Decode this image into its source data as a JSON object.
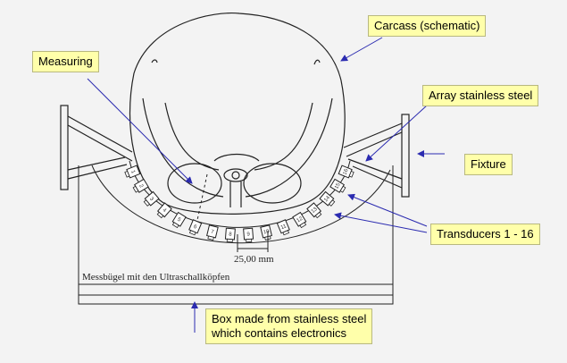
{
  "callouts": {
    "carcass": "Carcass (schematic)",
    "measuring": "Measuring",
    "array": "Array stainless steel",
    "fixture": "Fixture",
    "transducers": "Transducers 1 - 16",
    "box_line1": "Box made from stainless steel",
    "box_line2": "which contains electronics"
  },
  "drawing": {
    "dimension_label": "25,00 mm",
    "box_caption": "Messbügel mit den Ultraschallköpfen"
  },
  "transducer_numbers": [
    "1",
    "2",
    "3",
    "4",
    "5",
    "6",
    "7",
    "8",
    "9",
    "10",
    "11",
    "12",
    "13",
    "14",
    "15",
    "16"
  ],
  "colors": {
    "background": "#f3f3f3",
    "callout_fill": "#ffffaa",
    "arrow": "#2b2bb0",
    "line": "#222222"
  }
}
